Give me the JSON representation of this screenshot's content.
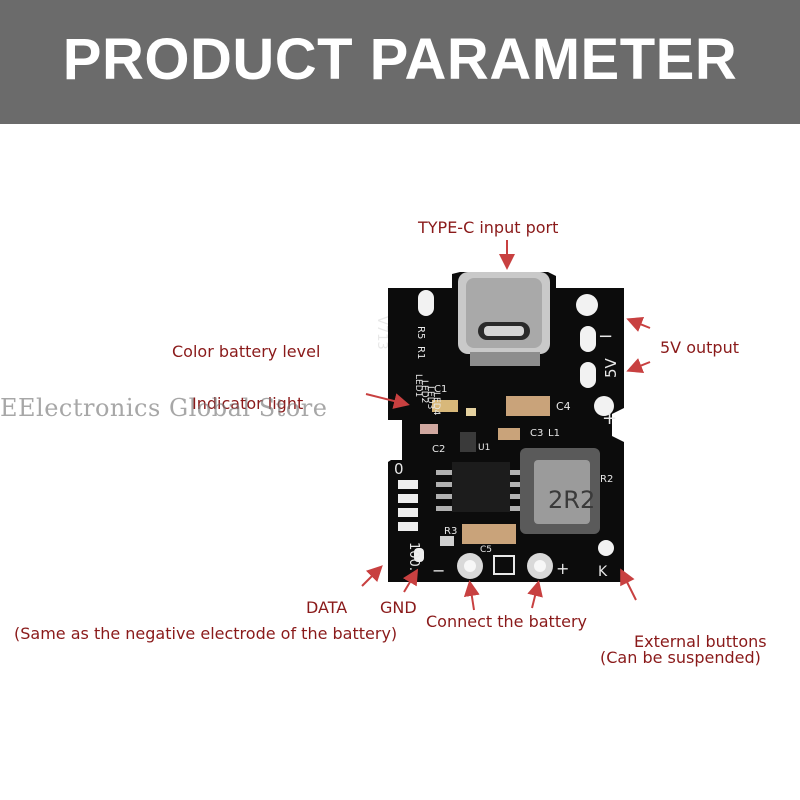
{
  "header": {
    "title": "PRODUCT PARAMETER"
  },
  "labels": {
    "typec": "TYPE-C input port",
    "output5v": "5V output",
    "color_battery": "Color battery level",
    "indicator": "Indicator light",
    "data": "DATA",
    "gnd": "GND",
    "same_as": "(Same as the negative electrode of the battery)",
    "connect": "Connect the battery",
    "external": "External buttons",
    "suspended": "(Can be suspended)"
  },
  "watermark": "EElectronics Global Store",
  "silkscreen": {
    "v713": "V713",
    "r5": "R5",
    "r1": "R1",
    "led1": "LED1",
    "led2": "LED2",
    "led3": "LED3",
    "led4": "LED4",
    "c1": "C1",
    "c2": "C2",
    "c3": "C3",
    "c4": "C4",
    "l1": "L1",
    "u1": "U1",
    "r2": "R2",
    "r3": "R3",
    "c5": "C5",
    "inductor": "2R2",
    "zero": "0",
    "hundred": "100.",
    "five_v": "5V",
    "plus": "+",
    "minus": "−",
    "k": "K"
  },
  "colors": {
    "header_bg": "#6b6b6b",
    "label_red": "#8a1a1a",
    "arrow_red": "#c84040",
    "pcb": "#0c0c0c"
  }
}
